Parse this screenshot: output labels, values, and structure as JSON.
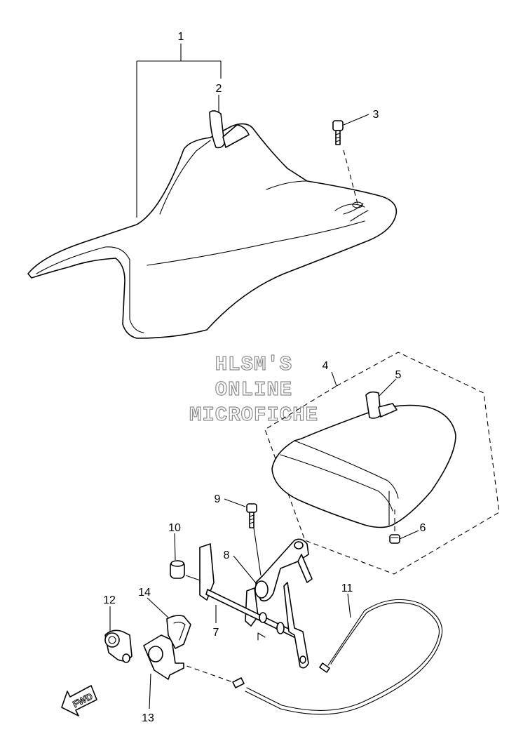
{
  "callouts": {
    "c1": "1",
    "c2": "2",
    "c3": "3",
    "c4": "4",
    "c5": "5",
    "c6": "6",
    "c7": "7",
    "c8": "8",
    "c9": "9",
    "c10": "10",
    "c11": "11",
    "c12": "12",
    "c13": "13",
    "c14": "14"
  },
  "watermark": {
    "line1": "HLSM'S",
    "line2": "ONLINE",
    "line3": "MICROFICHE"
  },
  "direction_badge": "FWD"
}
